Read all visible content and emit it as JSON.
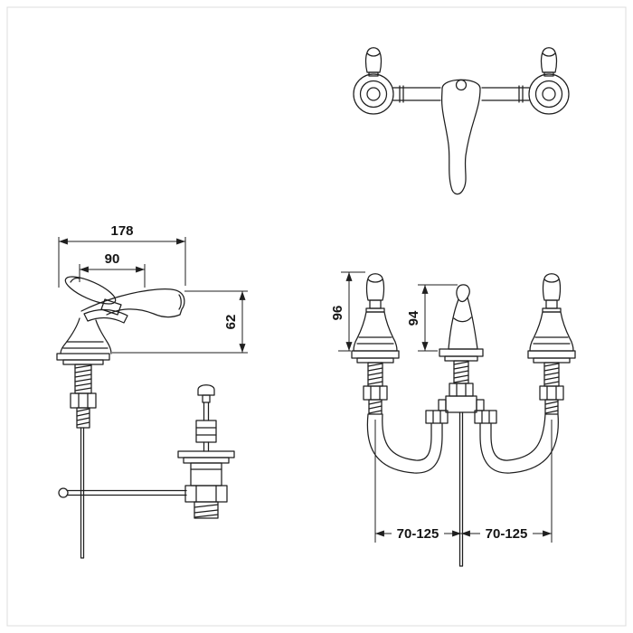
{
  "drawing": {
    "background": "#ffffff",
    "frame_color": "#dcdcdc",
    "line_color": "#1f1f1f"
  },
  "dims": {
    "overall_width": "178",
    "handle_width": "90",
    "spout_height_side": "62",
    "valve_height": "96",
    "spout_height_front": "94",
    "span_left": "70-125",
    "span_right": "70-125"
  }
}
